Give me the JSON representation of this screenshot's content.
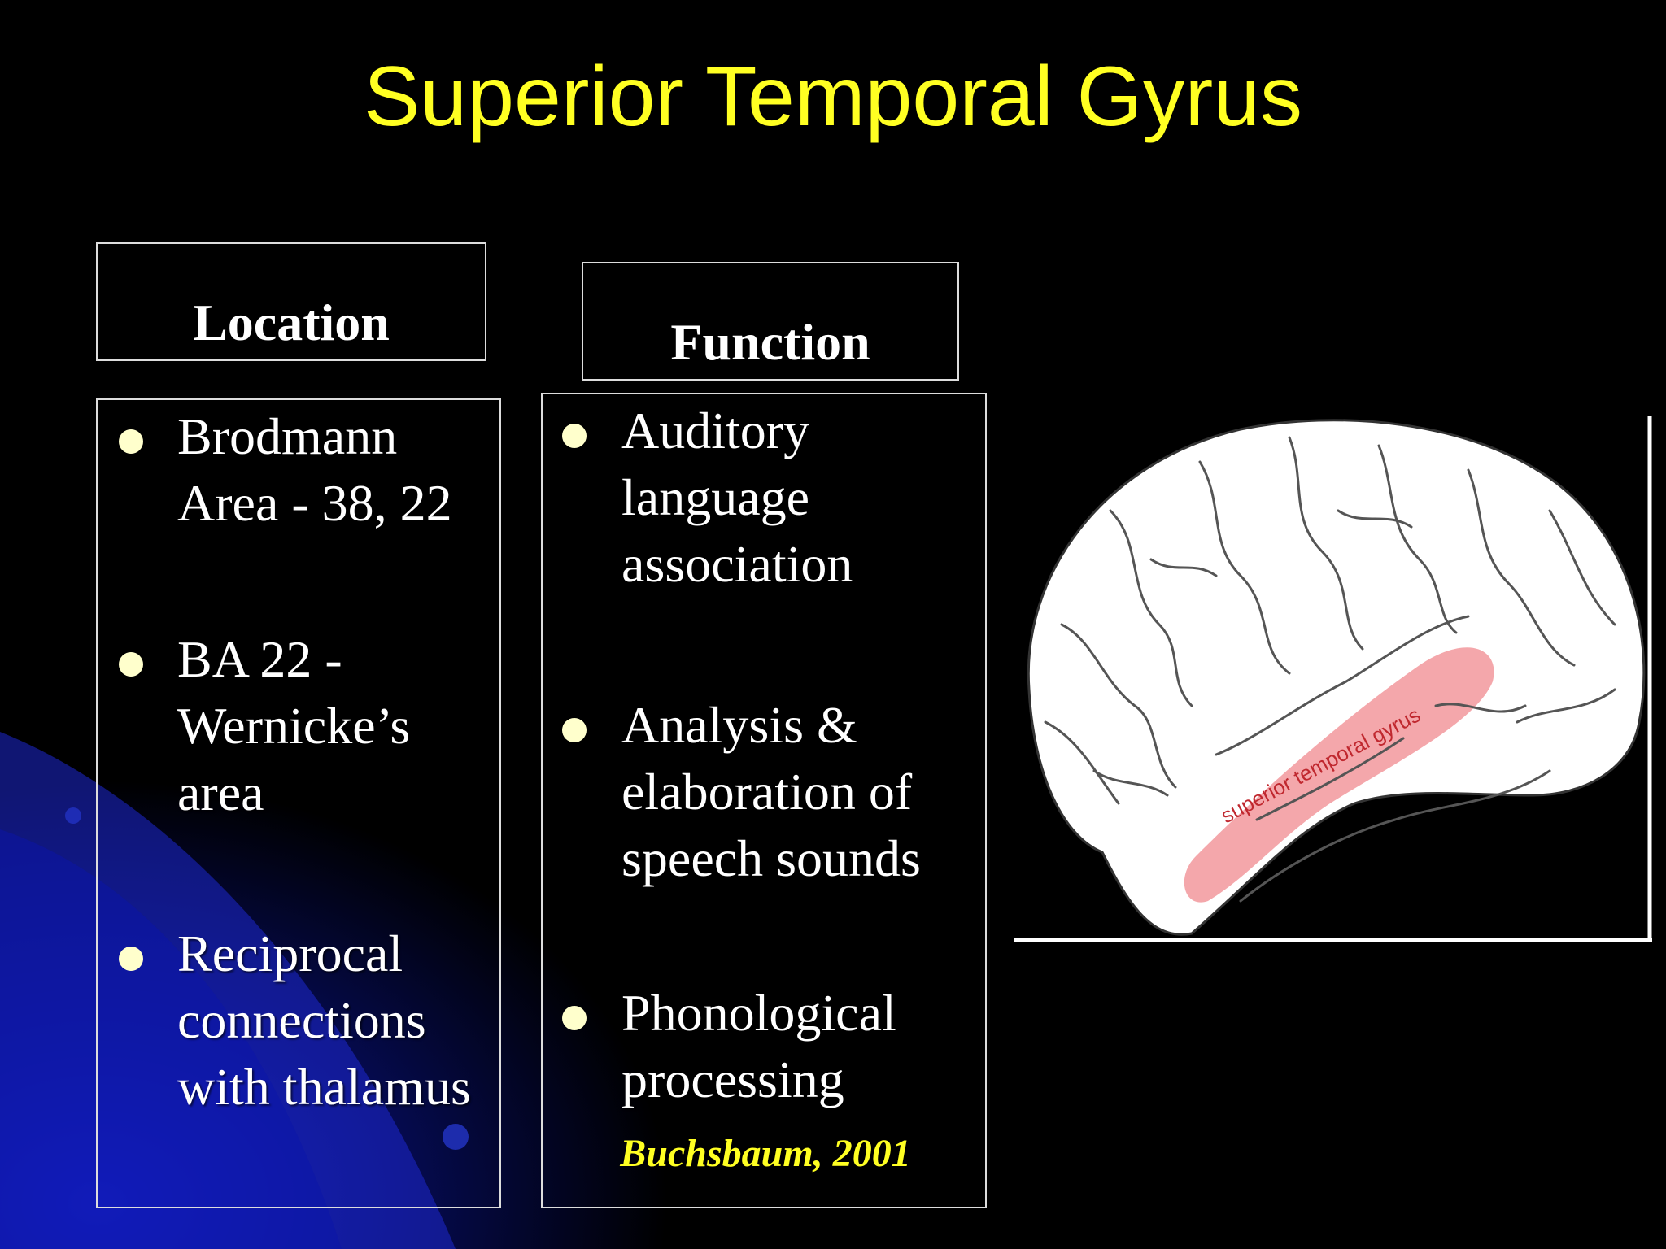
{
  "slide": {
    "title": "Superior Temporal Gyrus"
  },
  "location": {
    "header": "Location",
    "items": [
      "Brodmann Area - 38, 22",
      "BA 22 - Wernicke’s area",
      "Reciprocal connections with thalamus"
    ]
  },
  "function": {
    "header": "Function",
    "items": [
      "Auditory language association",
      "Analysis & elaboration of speech sounds",
      "Phonological processing"
    ],
    "citation": "Buchsbaum, 2001"
  },
  "figure": {
    "label": "superior temporal gyrus",
    "colors": {
      "brain_fill": "#ffffff",
      "sulci": "#555555",
      "highlight": "#f08a8f",
      "label_text": "#c0282f"
    }
  },
  "colors": {
    "title": "#ffff22",
    "background": "#000000",
    "accent_blue": "#1020c8",
    "bullet": "#ffffcc",
    "citation": "#ffff22"
  }
}
